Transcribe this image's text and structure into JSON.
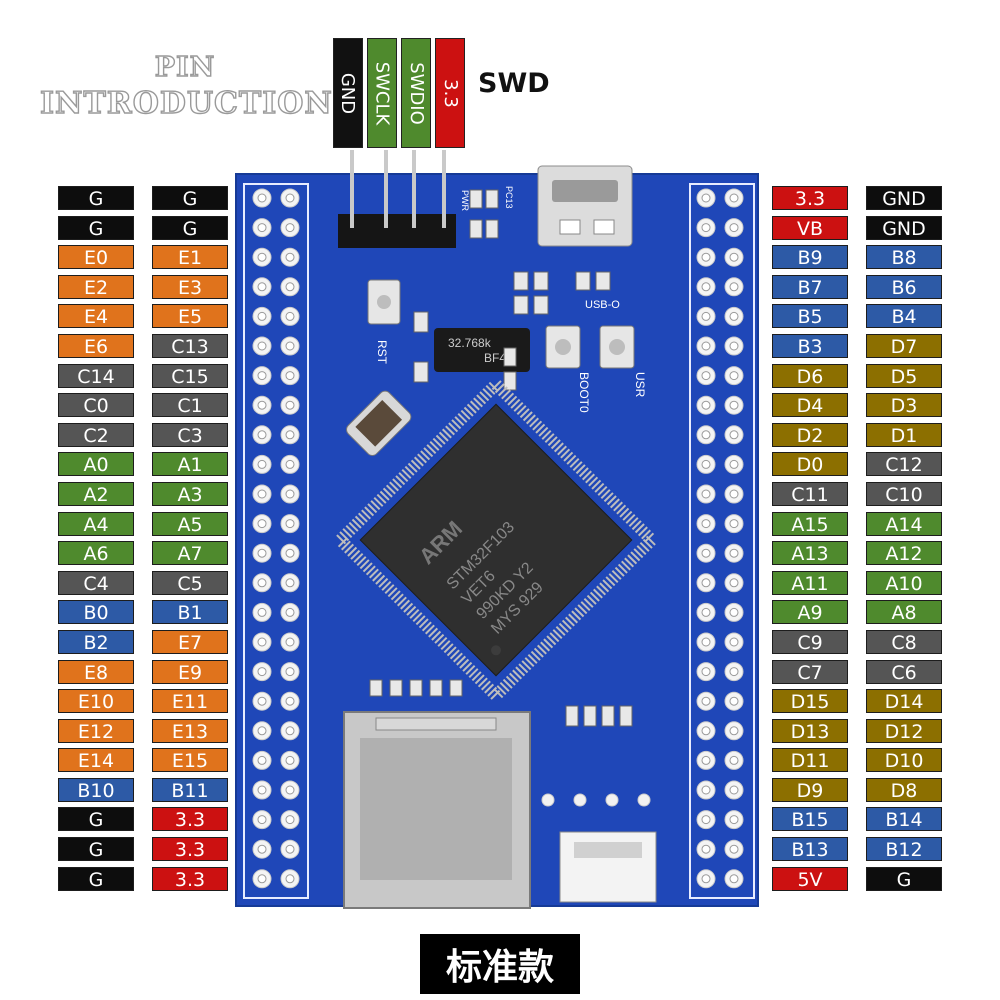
{
  "title": {
    "line1": "PIN",
    "line2": "INTRODUCTION"
  },
  "swd": {
    "heading": "SWD",
    "labels": [
      {
        "text": "GND",
        "color": "#111111"
      },
      {
        "text": "SWCLK",
        "color": "#4f8a2d"
      },
      {
        "text": "SWDIO",
        "color": "#4f8a2d"
      },
      {
        "text": "3.3",
        "color": "#cc1111"
      }
    ]
  },
  "left_outer": [
    {
      "text": "G",
      "color": "black"
    },
    {
      "text": "G",
      "color": "black"
    },
    {
      "text": "E0",
      "color": "orange"
    },
    {
      "text": "E2",
      "color": "orange"
    },
    {
      "text": "E4",
      "color": "orange"
    },
    {
      "text": "E6",
      "color": "orange"
    },
    {
      "text": "C14",
      "color": "gray"
    },
    {
      "text": "C0",
      "color": "gray"
    },
    {
      "text": "C2",
      "color": "gray"
    },
    {
      "text": "A0",
      "color": "green"
    },
    {
      "text": "A2",
      "color": "green"
    },
    {
      "text": "A4",
      "color": "green"
    },
    {
      "text": "A6",
      "color": "green"
    },
    {
      "text": "C4",
      "color": "gray"
    },
    {
      "text": "B0",
      "color": "blue"
    },
    {
      "text": "B2",
      "color": "blue"
    },
    {
      "text": "E8",
      "color": "orange"
    },
    {
      "text": "E10",
      "color": "orange"
    },
    {
      "text": "E12",
      "color": "orange"
    },
    {
      "text": "E14",
      "color": "orange"
    },
    {
      "text": "B10",
      "color": "blue"
    },
    {
      "text": "G",
      "color": "black"
    },
    {
      "text": "G",
      "color": "black"
    },
    {
      "text": "G",
      "color": "black"
    }
  ],
  "left_inner": [
    {
      "text": "G",
      "color": "black"
    },
    {
      "text": "G",
      "color": "black"
    },
    {
      "text": "E1",
      "color": "orange"
    },
    {
      "text": "E3",
      "color": "orange"
    },
    {
      "text": "E5",
      "color": "orange"
    },
    {
      "text": "C13",
      "color": "gray"
    },
    {
      "text": "C15",
      "color": "gray"
    },
    {
      "text": "C1",
      "color": "gray"
    },
    {
      "text": "C3",
      "color": "gray"
    },
    {
      "text": "A1",
      "color": "green"
    },
    {
      "text": "A3",
      "color": "green"
    },
    {
      "text": "A5",
      "color": "green"
    },
    {
      "text": "A7",
      "color": "green"
    },
    {
      "text": "C5",
      "color": "gray"
    },
    {
      "text": "B1",
      "color": "blue"
    },
    {
      "text": "E7",
      "color": "orange"
    },
    {
      "text": "E9",
      "color": "orange"
    },
    {
      "text": "E11",
      "color": "orange"
    },
    {
      "text": "E13",
      "color": "orange"
    },
    {
      "text": "E15",
      "color": "orange"
    },
    {
      "text": "B11",
      "color": "blue"
    },
    {
      "text": "3.3",
      "color": "red"
    },
    {
      "text": "3.3",
      "color": "red"
    },
    {
      "text": "3.3",
      "color": "red"
    }
  ],
  "right_inner": [
    {
      "text": "3.3",
      "color": "red"
    },
    {
      "text": "VB",
      "color": "red"
    },
    {
      "text": "B9",
      "color": "blue"
    },
    {
      "text": "B7",
      "color": "blue"
    },
    {
      "text": "B5",
      "color": "blue"
    },
    {
      "text": "B3",
      "color": "blue"
    },
    {
      "text": "D6",
      "color": "olive"
    },
    {
      "text": "D4",
      "color": "olive"
    },
    {
      "text": "D2",
      "color": "olive"
    },
    {
      "text": "D0",
      "color": "olive"
    },
    {
      "text": "C11",
      "color": "gray"
    },
    {
      "text": "A15",
      "color": "green"
    },
    {
      "text": "A13",
      "color": "green"
    },
    {
      "text": "A11",
      "color": "green"
    },
    {
      "text": "A9",
      "color": "green"
    },
    {
      "text": "C9",
      "color": "gray"
    },
    {
      "text": "C7",
      "color": "gray"
    },
    {
      "text": "D15",
      "color": "olive"
    },
    {
      "text": "D13",
      "color": "olive"
    },
    {
      "text": "D11",
      "color": "olive"
    },
    {
      "text": "D9",
      "color": "olive"
    },
    {
      "text": "B15",
      "color": "blue"
    },
    {
      "text": "B13",
      "color": "blue"
    },
    {
      "text": "5V",
      "color": "red"
    }
  ],
  "right_outer": [
    {
      "text": "GND",
      "color": "black"
    },
    {
      "text": "GND",
      "color": "black"
    },
    {
      "text": "B8",
      "color": "blue"
    },
    {
      "text": "B6",
      "color": "blue"
    },
    {
      "text": "B4",
      "color": "blue"
    },
    {
      "text": "D7",
      "color": "olive"
    },
    {
      "text": "D5",
      "color": "olive"
    },
    {
      "text": "D3",
      "color": "olive"
    },
    {
      "text": "D1",
      "color": "olive"
    },
    {
      "text": "C12",
      "color": "gray"
    },
    {
      "text": "C10",
      "color": "gray"
    },
    {
      "text": "A14",
      "color": "green"
    },
    {
      "text": "A12",
      "color": "green"
    },
    {
      "text": "A10",
      "color": "green"
    },
    {
      "text": "A8",
      "color": "green"
    },
    {
      "text": "C8",
      "color": "gray"
    },
    {
      "text": "C6",
      "color": "gray"
    },
    {
      "text": "D14",
      "color": "olive"
    },
    {
      "text": "D12",
      "color": "olive"
    },
    {
      "text": "D10",
      "color": "olive"
    },
    {
      "text": "D8",
      "color": "olive"
    },
    {
      "text": "B14",
      "color": "blue"
    },
    {
      "text": "B12",
      "color": "blue"
    },
    {
      "text": "G",
      "color": "black"
    }
  ],
  "board": {
    "pcb_color": "#1f47b8",
    "chip_lines": [
      "STM32F103",
      "VET6",
      "990KD  Y2",
      "MYS  929"
    ],
    "chip_brand": "ARM",
    "crystal_label": "32.768k",
    "crystal_code": "BF4",
    "silk": {
      "rst": "RST",
      "boot0": "BOOT0",
      "usr": "USR",
      "usb": "USB-O",
      "pwr": "PWR",
      "pc13": "PC13"
    }
  },
  "footer": {
    "label": "标准款"
  }
}
